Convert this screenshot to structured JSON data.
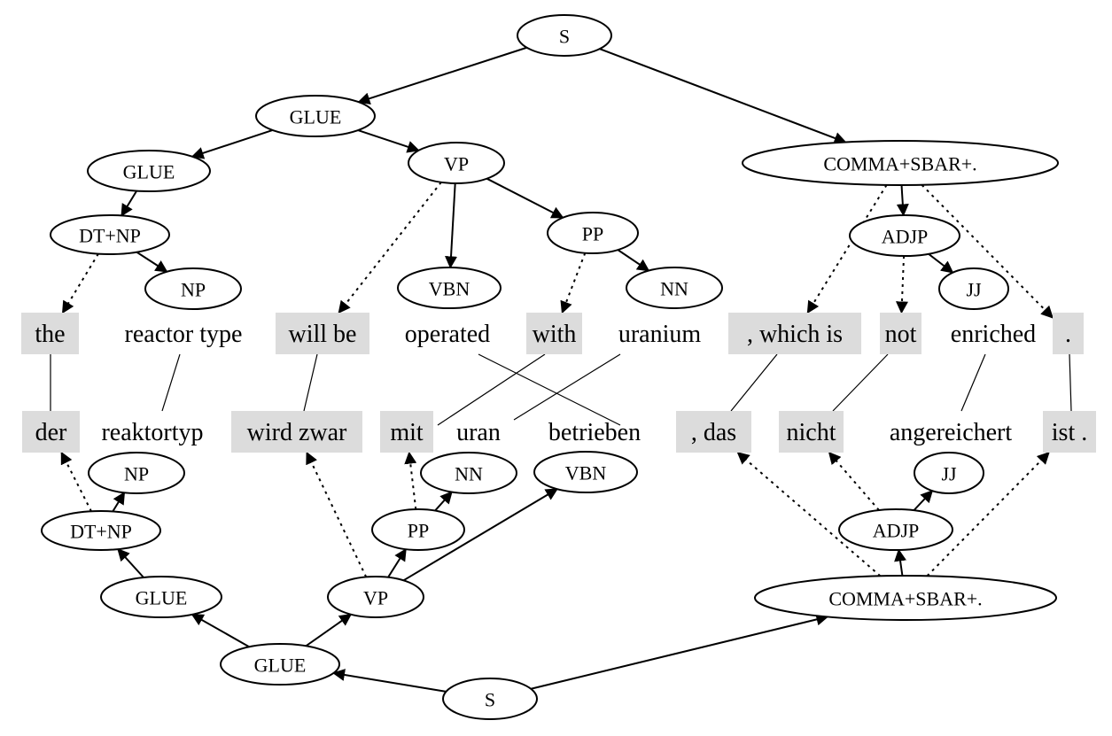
{
  "colors": {
    "shaded_word": "#dcdcdc",
    "stroke": "#000000",
    "background": "#ffffff"
  },
  "source_tree": {
    "nodes": [
      {
        "id": "s_S",
        "label": "S"
      },
      {
        "id": "s_GLUE1",
        "label": "GLUE"
      },
      {
        "id": "s_COMMA",
        "label": "COMMA+SBAR+."
      },
      {
        "id": "s_GLUE2",
        "label": "GLUE"
      },
      {
        "id": "s_VP",
        "label": "VP"
      },
      {
        "id": "s_DTNP",
        "label": "DT+NP"
      },
      {
        "id": "s_PP",
        "label": "PP"
      },
      {
        "id": "s_NP",
        "label": "NP"
      },
      {
        "id": "s_VBN",
        "label": "VBN"
      },
      {
        "id": "s_NN",
        "label": "NN"
      },
      {
        "id": "s_ADJP",
        "label": "ADJP"
      },
      {
        "id": "s_JJ",
        "label": "JJ"
      }
    ],
    "words": [
      {
        "id": "w_the",
        "label": "the",
        "shaded": true
      },
      {
        "id": "w_reactor",
        "label": "reactor type",
        "shaded": false
      },
      {
        "id": "w_willbe",
        "label": "will be",
        "shaded": true
      },
      {
        "id": "w_operated",
        "label": "operated",
        "shaded": false
      },
      {
        "id": "w_with",
        "label": "with",
        "shaded": true
      },
      {
        "id": "w_uranium",
        "label": "uranium",
        "shaded": false
      },
      {
        "id": "w_which",
        "label": ", which is",
        "shaded": true
      },
      {
        "id": "w_not",
        "label": "not",
        "shaded": true
      },
      {
        "id": "w_enriched",
        "label": "enriched",
        "shaded": false
      },
      {
        "id": "w_dot",
        "label": ".",
        "shaded": true
      }
    ]
  },
  "target_tree": {
    "nodes": [
      {
        "id": "t_S",
        "label": "S"
      },
      {
        "id": "t_GLUE1",
        "label": "GLUE"
      },
      {
        "id": "t_COMMA",
        "label": "COMMA+SBAR+."
      },
      {
        "id": "t_GLUE2",
        "label": "GLUE"
      },
      {
        "id": "t_VP",
        "label": "VP"
      },
      {
        "id": "t_DTNP",
        "label": "DT+NP"
      },
      {
        "id": "t_PP",
        "label": "PP"
      },
      {
        "id": "t_ADJP",
        "label": "ADJP"
      },
      {
        "id": "t_NP",
        "label": "NP"
      },
      {
        "id": "t_NN",
        "label": "NN"
      },
      {
        "id": "t_VBN",
        "label": "VBN"
      },
      {
        "id": "t_JJ",
        "label": "JJ"
      }
    ],
    "words": [
      {
        "id": "g_der",
        "label": "der",
        "shaded": true
      },
      {
        "id": "g_reaktortyp",
        "label": "reaktortyp",
        "shaded": false
      },
      {
        "id": "g_wird",
        "label": "wird zwar",
        "shaded": true
      },
      {
        "id": "g_mit",
        "label": "mit",
        "shaded": true
      },
      {
        "id": "g_uran",
        "label": "uran",
        "shaded": false
      },
      {
        "id": "g_betrieben",
        "label": "betrieben",
        "shaded": false
      },
      {
        "id": "g_das",
        "label": ", das",
        "shaded": true
      },
      {
        "id": "g_nicht",
        "label": "nicht",
        "shaded": true
      },
      {
        "id": "g_angereichert",
        "label": "angereichert",
        "shaded": false
      },
      {
        "id": "g_ist",
        "label": "ist .",
        "shaded": true
      }
    ]
  }
}
